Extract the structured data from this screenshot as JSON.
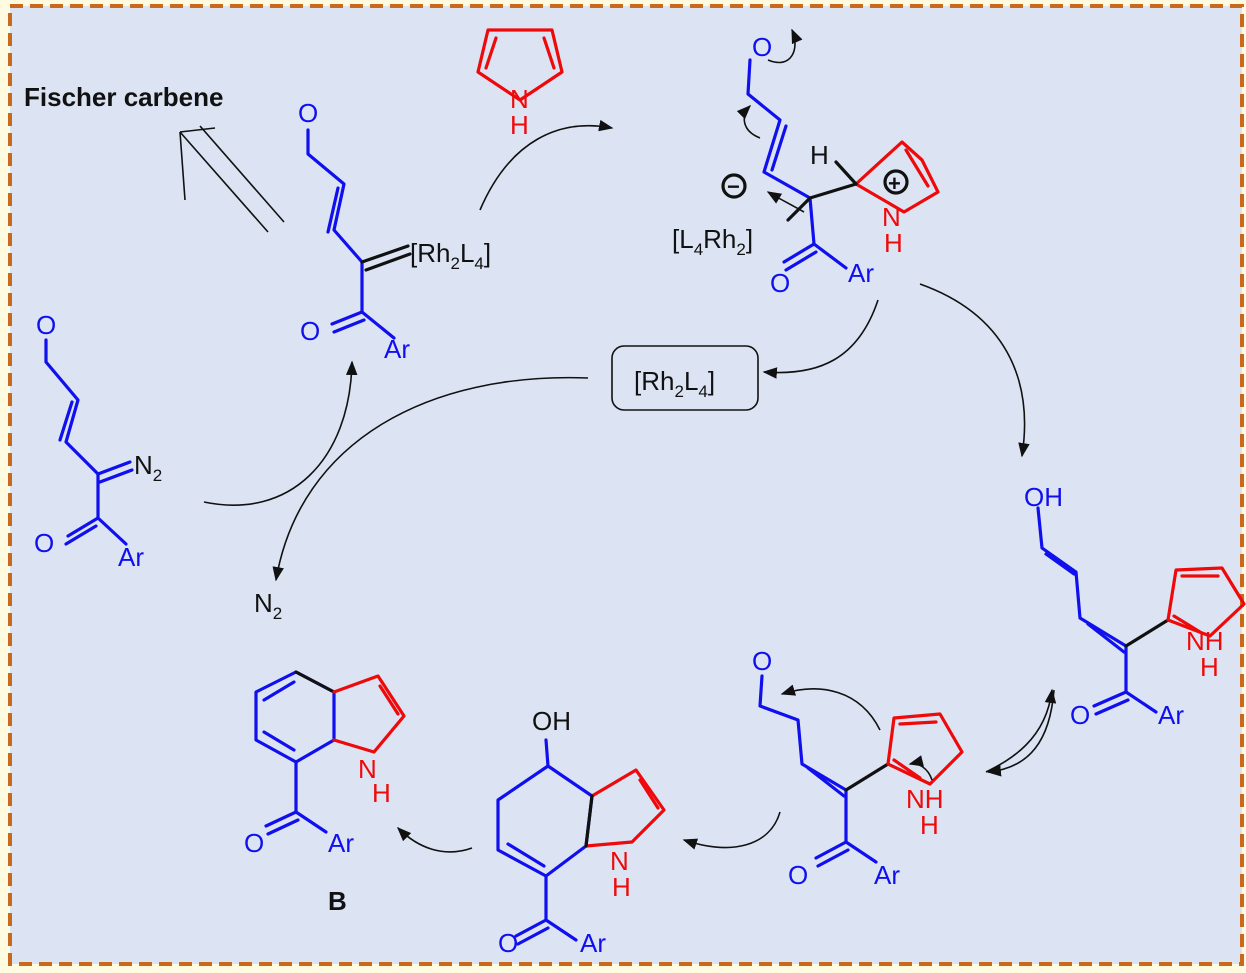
{
  "labels": {
    "fischer": "Fischer carbene",
    "compound_b": "B",
    "catalyst": "[Rh",
    "catalyst_end": "]",
    "rh_sub2": "2",
    "l_letter": "L",
    "l_sub4": "4",
    "l4rh2_open": "[L",
    "l4rh2_rh": "Rh",
    "n2_n": "N",
    "n2_sub": "2",
    "O": "O",
    "OH": "OH",
    "Ar": "Ar",
    "N": "N",
    "H": "H",
    "NH": "NH",
    "plus": "+",
    "minus": "−"
  },
  "colors": {
    "substrate": "#1010ee",
    "pyrrole": "#ee0a0a",
    "background": "#dce4f4",
    "frame": "#c8691c"
  }
}
